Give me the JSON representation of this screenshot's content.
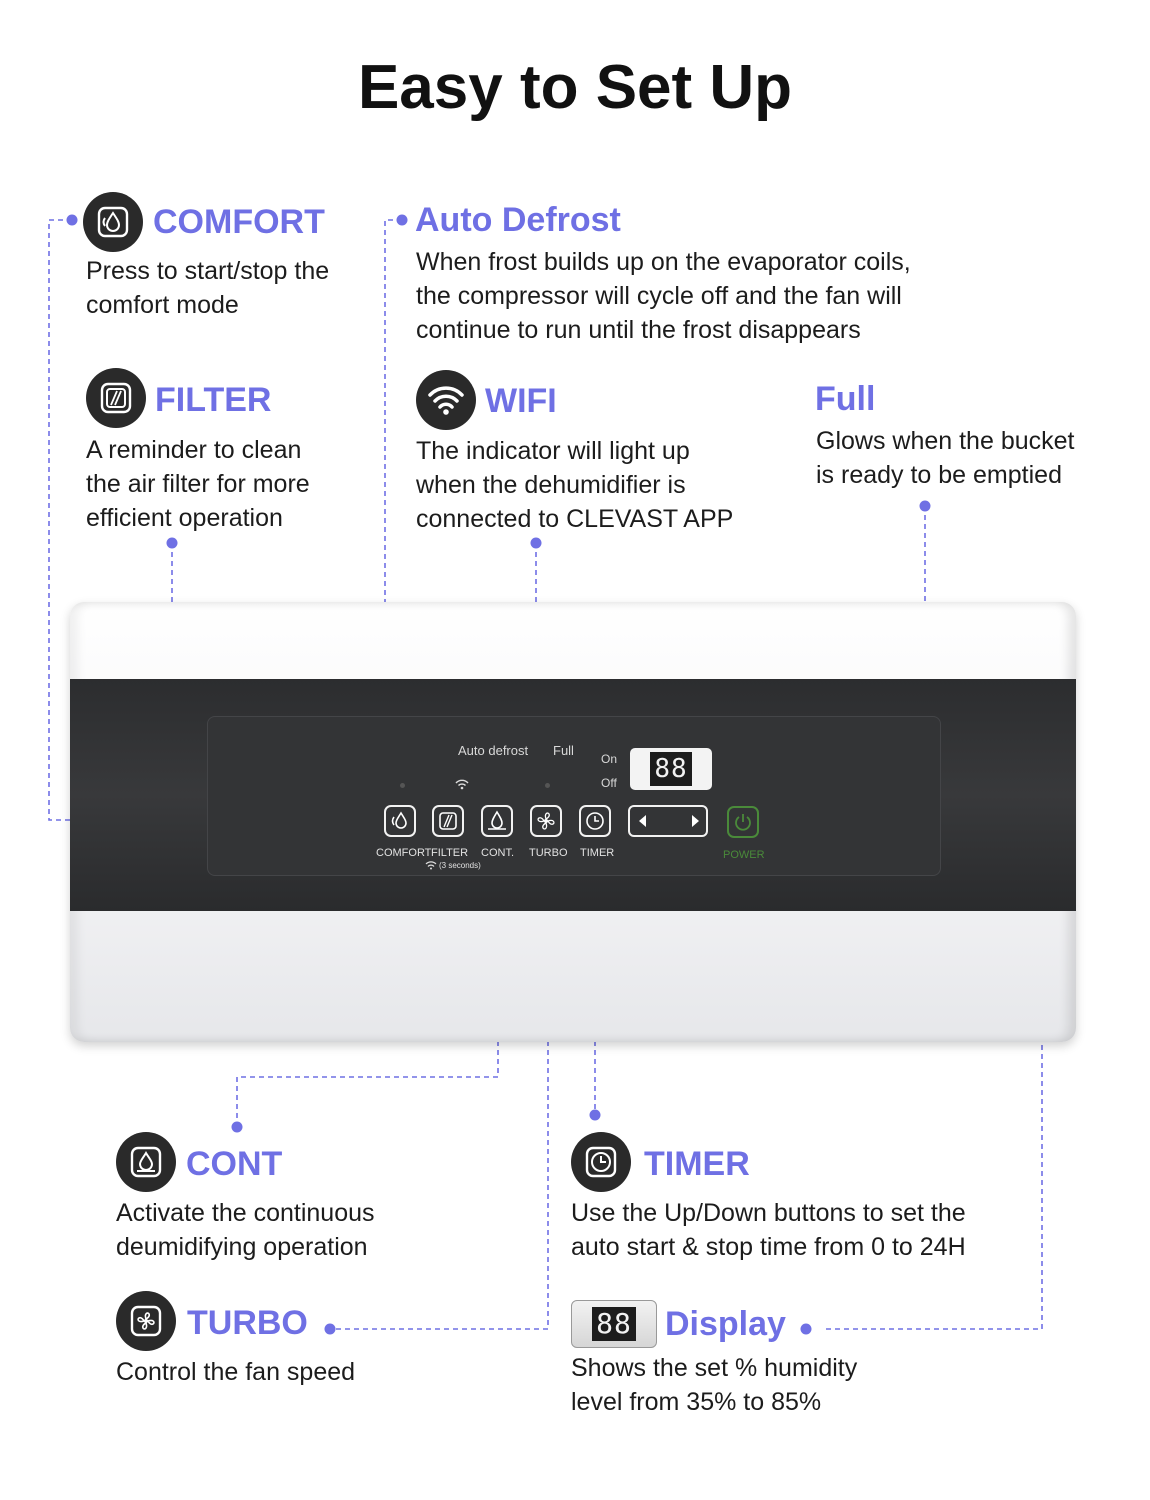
{
  "title": "Easy to Set Up",
  "features": {
    "comfort": {
      "title": "COMFORT",
      "desc": "Press to start/stop the\ncomfort mode"
    },
    "auto_defrost": {
      "title": "Auto Defrost",
      "desc": "When frost builds up on the evaporator coils,\nthe compressor will cycle off and the fan will\ncontinue to run until the frost disappears"
    },
    "filter": {
      "title": "FILTER",
      "desc": "A reminder to clean\nthe air filter for more\nefficient operation"
    },
    "wifi": {
      "title": "WIFI",
      "desc": "The indicator will light up\nwhen the dehumidifier is\nconnected to CLEVAST APP"
    },
    "full": {
      "title": "Full",
      "desc": "Glows when the bucket\nis ready to be emptied"
    },
    "cont": {
      "title": "CONT",
      "desc": "Activate the continuous\ndeumidifying operation"
    },
    "timer": {
      "title": "TIMER",
      "desc": "Use the Up/Down buttons to set the\nauto start & stop time from 0 to 24H"
    },
    "turbo": {
      "title": "TURBO",
      "desc": "Control the fan speed"
    },
    "display": {
      "title": "Display",
      "desc": "Shows the set % humidity\nlevel from 35% to 85%"
    }
  },
  "panel": {
    "auto_defrost_label": "Auto defrost",
    "full_label": "Full",
    "on_label": "On",
    "off_label": "Off",
    "display_value": "88",
    "buttons": {
      "comfort": "COMFORT",
      "filter": "FILTER",
      "filter_hint": "(3 seconds)",
      "cont": "CONT.",
      "turbo": "TURBO",
      "timer": "TIMER",
      "power": "POWER"
    }
  },
  "icons": {
    "comfort": "comfort-drop-icon",
    "filter": "filter-icon",
    "wifi": "wifi-icon",
    "cont": "continuous-drain-icon",
    "timer": "timer-clock-icon",
    "turbo": "fan-icon",
    "display": "segment-display-icon"
  },
  "colors": {
    "accent": "#6f70e4",
    "panel": "#333436",
    "power_green": "#4a8a3a"
  }
}
